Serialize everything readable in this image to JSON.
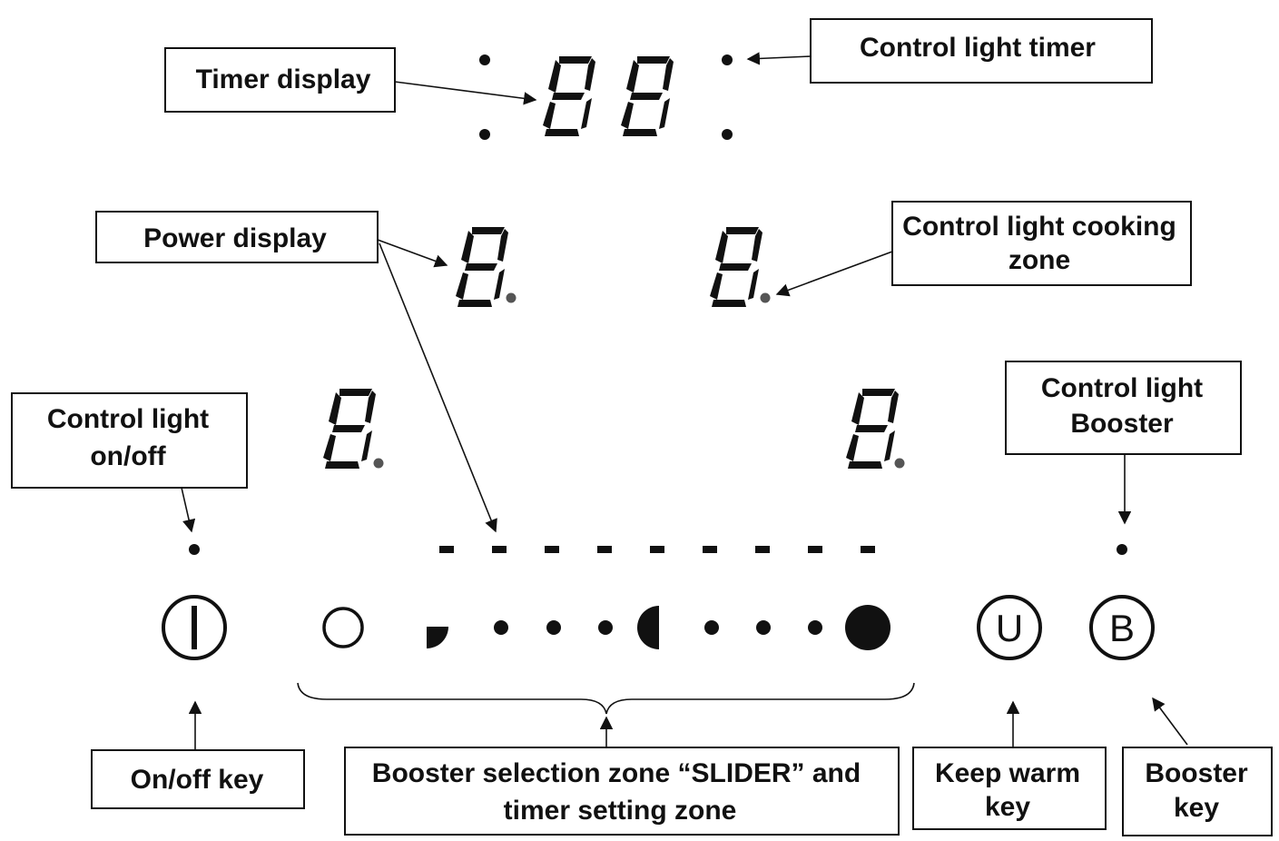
{
  "labels": {
    "timer_display": "Timer display",
    "control_light_timer": "Control light timer",
    "power_display": "Power display",
    "control_light_cooking_zone_l1": "Control light cooking",
    "control_light_cooking_zone_l2": "zone",
    "control_light_onoff_l1": "Control light",
    "control_light_onoff_l2": "on/off",
    "control_light_booster_l1": "Control light",
    "control_light_booster_l2": "Booster",
    "onoff_key": "On/off key",
    "slider_l1": "Booster selection zone “SLIDER” and",
    "slider_l2": "timer setting zone",
    "keep_warm_l1": "Keep warm",
    "keep_warm_l2": "key",
    "booster_key_l1": "Booster",
    "booster_key_l2": "key"
  },
  "keys": {
    "keep_warm_symbol": "U",
    "booster_symbol": "B"
  },
  "icons": {
    "onoff": "power-icon",
    "slider_empty": "empty-circle-icon",
    "slider_quarter": "quarter-circle-icon",
    "slider_half": "half-circle-icon",
    "slider_full": "full-circle-icon"
  },
  "colors": {
    "ink": "#111111",
    "decimal_point": "#555555"
  }
}
